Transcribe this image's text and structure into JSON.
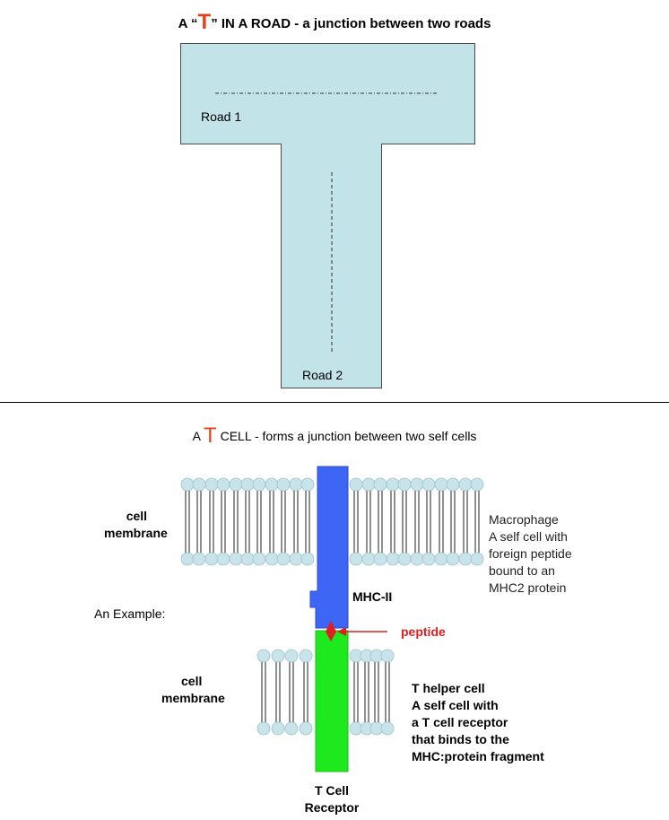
{
  "top": {
    "title_prefix": "A “",
    "title_t": "T",
    "title_suffix": "” IN A ROAD  - a junction between two roads",
    "road1_label": "Road 1",
    "road2_label": "Road 2"
  },
  "bottom": {
    "title_prefix": "A ",
    "title_t": "T",
    "title_suffix": " CELL  - forms a junction between two self cells",
    "membrane_label_upper": [
      "cell",
      "membrane"
    ],
    "membrane_label_lower": [
      "cell",
      "membrane"
    ],
    "example_label": "An Example:",
    "mhc_label": "MHC-II",
    "peptide_label": "peptide",
    "macrophage_text": [
      "Macrophage",
      "A self cell with",
      "foreign peptide",
      "bound to an",
      "MHC2 protein"
    ],
    "thelper_text": [
      "T helper cell",
      "A self cell  with",
      "a T cell receptor",
      "that binds to the",
      "MHC:protein fragment"
    ],
    "tcr_label": [
      "T Cell",
      "Receptor"
    ]
  },
  "colors": {
    "road_fill": "#c2e3e8",
    "t_accent": "#e8401c",
    "mhc_blue": "#3d66f5",
    "tcr_green": "#1ee81e",
    "peptide_red": "#e02020",
    "lipid_head": "#c8e4ea"
  }
}
